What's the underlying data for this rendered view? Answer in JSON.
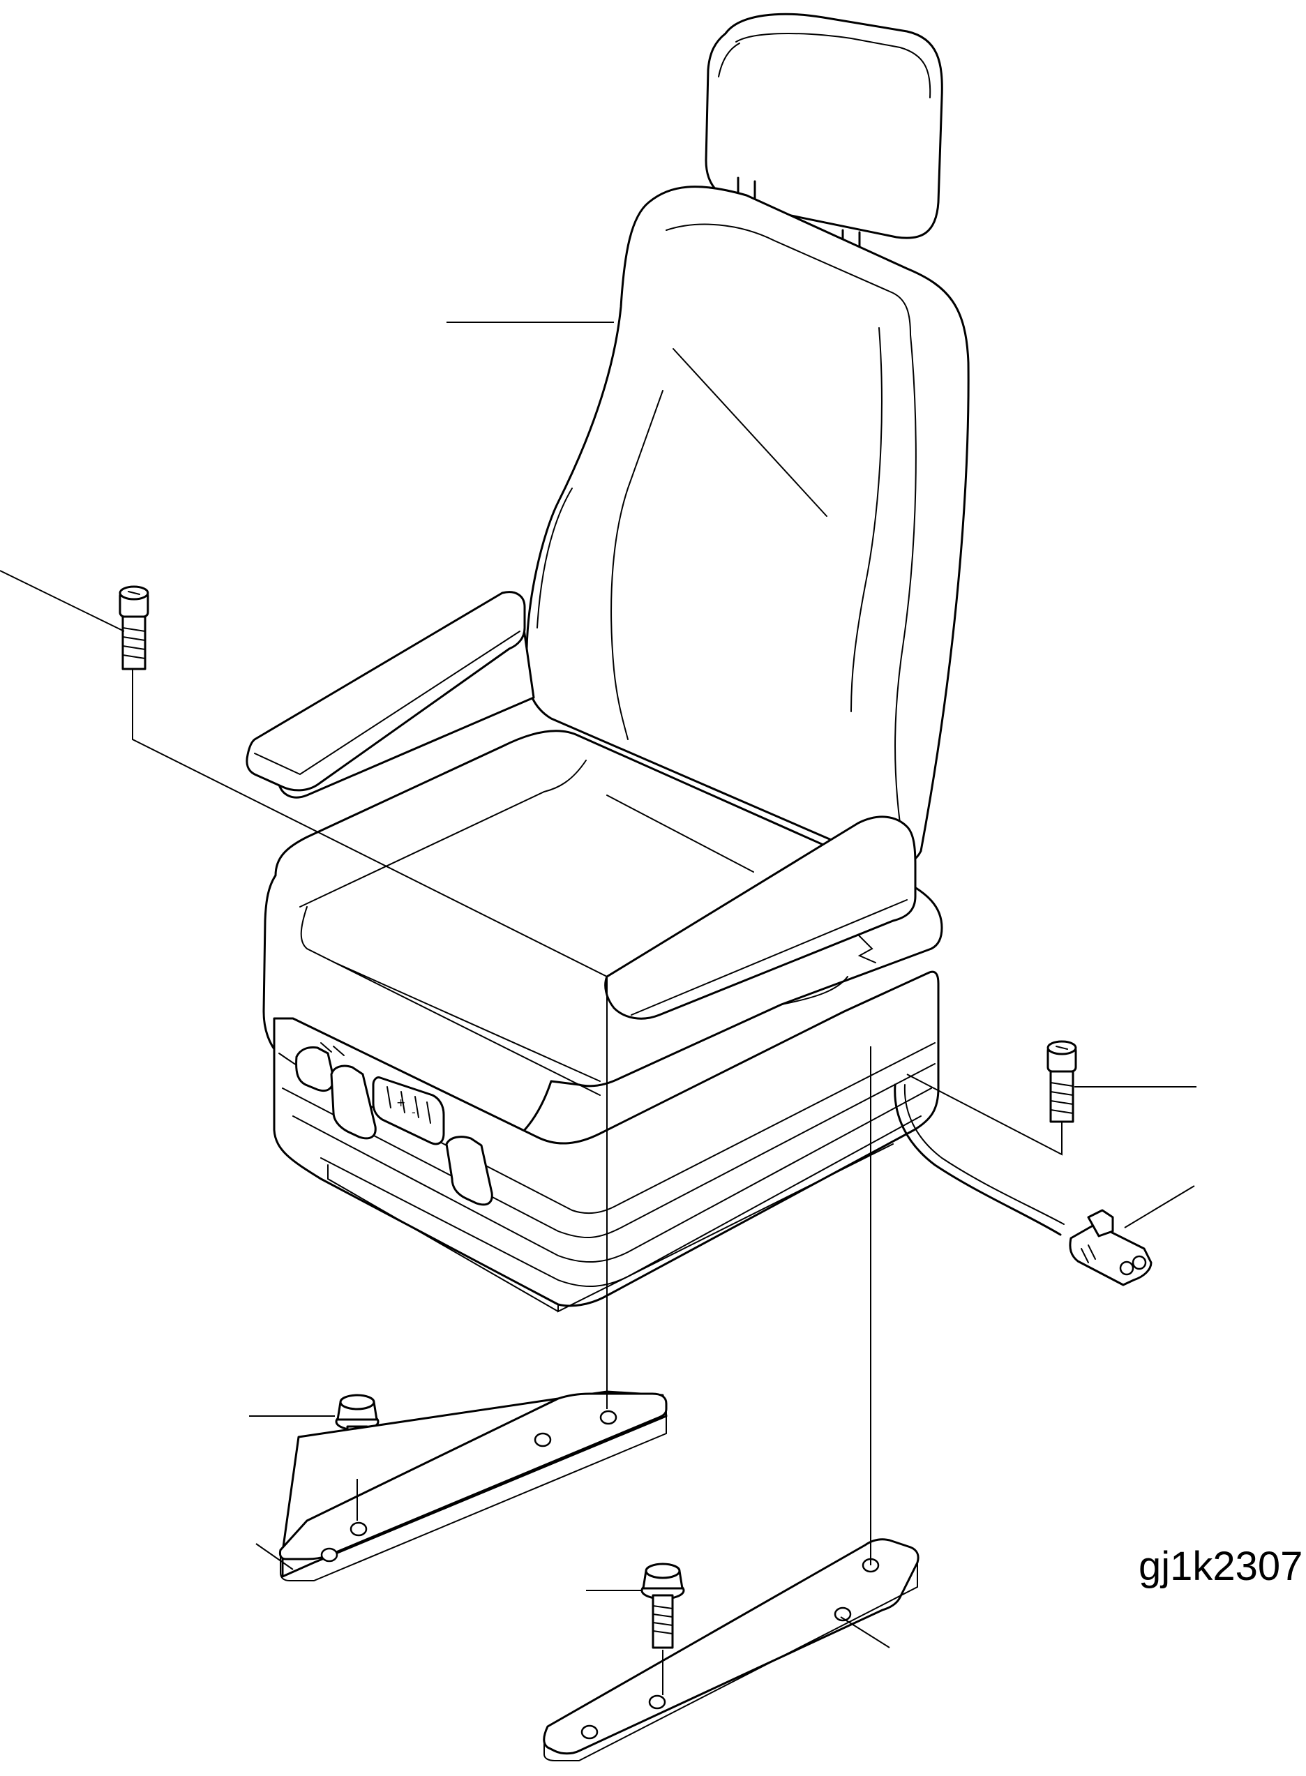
{
  "figure": {
    "reference_code": "gj1k2307"
  },
  "parts": [
    {
      "name": "seat-assembly",
      "icon": "seat-icon"
    },
    {
      "name": "cap-screw-left",
      "icon": "socket-cap-screw-icon"
    },
    {
      "name": "cap-screw-right",
      "icon": "socket-cap-screw-icon"
    },
    {
      "name": "wiring-connector",
      "icon": "connector-icon"
    },
    {
      "name": "flange-bolt-left",
      "icon": "hex-flange-bolt-icon"
    },
    {
      "name": "flange-bolt-right",
      "icon": "hex-flange-bolt-icon"
    },
    {
      "name": "mounting-rail-left",
      "icon": "rail-icon"
    },
    {
      "name": "mounting-rail-right",
      "icon": "rail-icon"
    }
  ]
}
